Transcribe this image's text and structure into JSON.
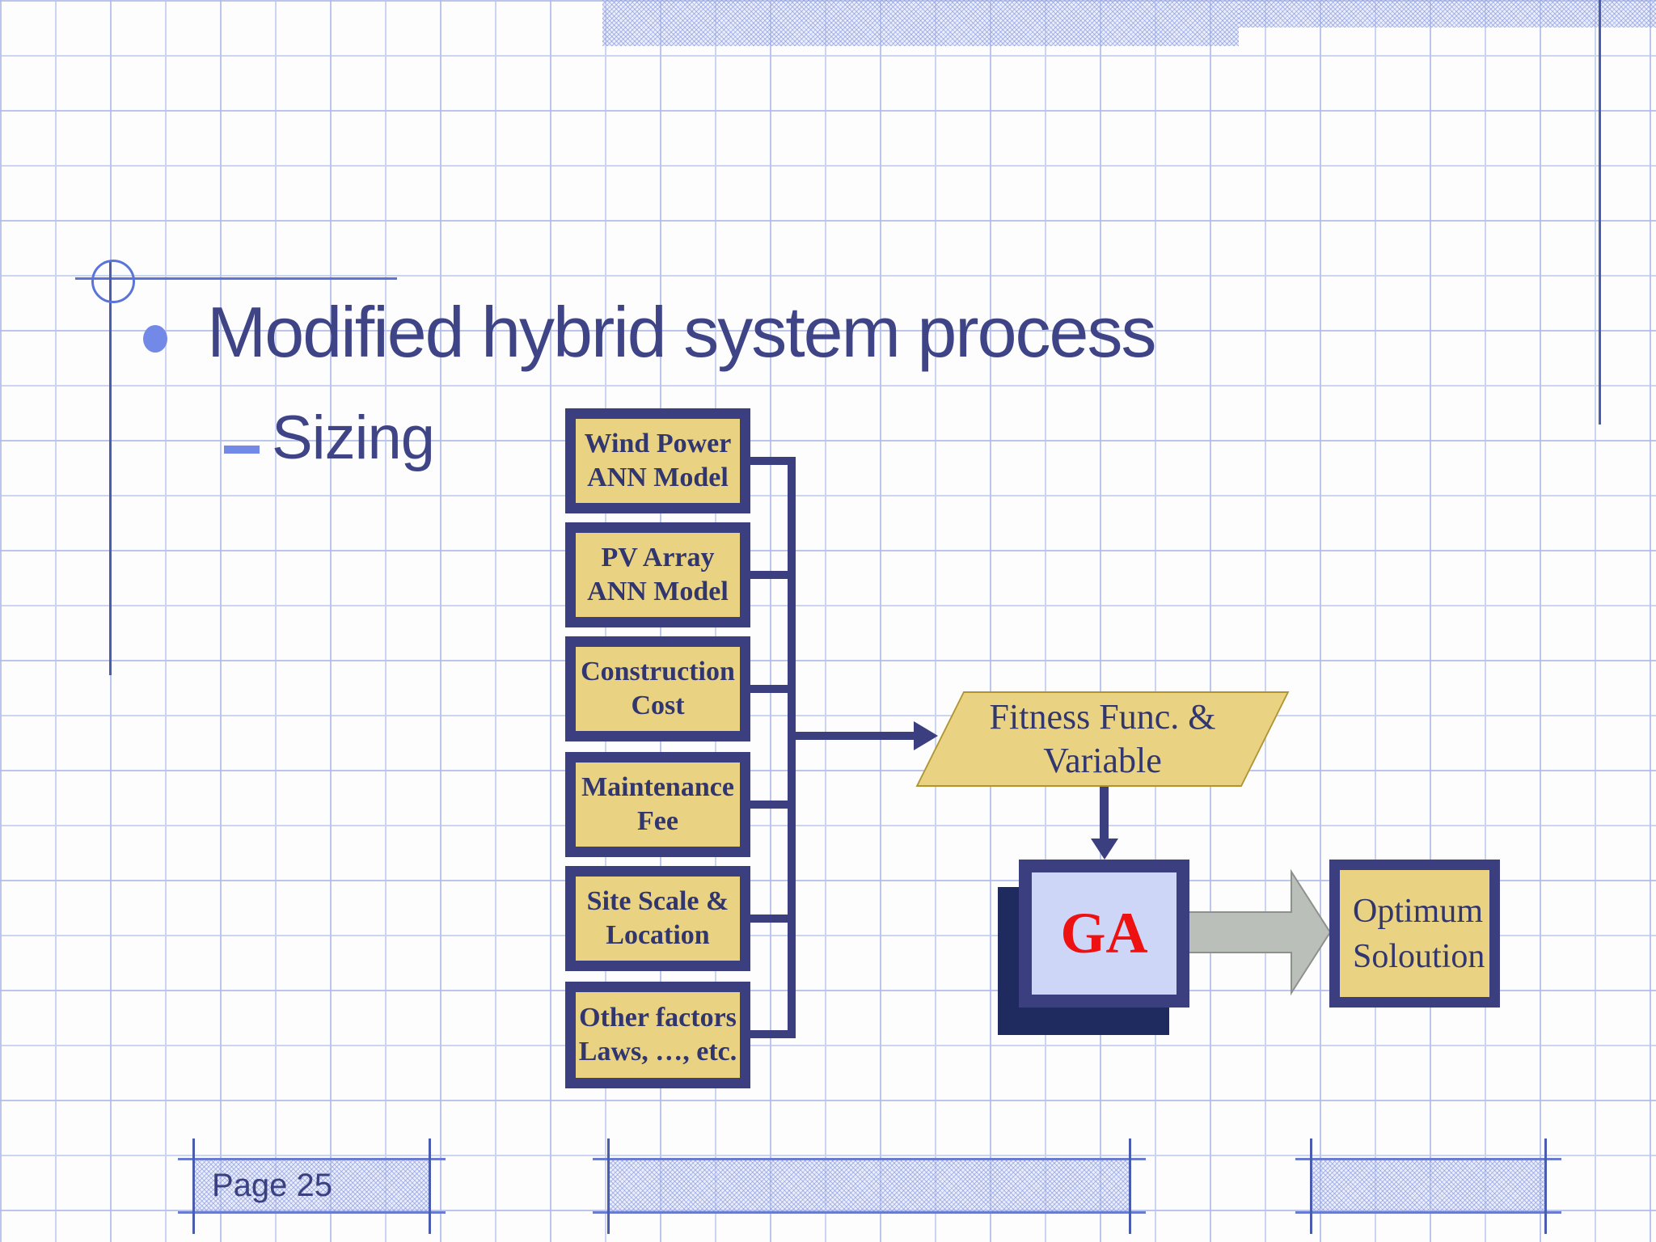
{
  "slide": {
    "title": "Modified hybrid system process",
    "subtitle": "Sizing",
    "page_label": "Page 25"
  },
  "diagram": {
    "inputs": [
      {
        "line1": "Wind Power",
        "line2": "ANN Model"
      },
      {
        "line1": "PV Array",
        "line2": "ANN Model"
      },
      {
        "line1": "Construction",
        "line2": "Cost"
      },
      {
        "line1": "Maintenance",
        "line2": "Fee"
      },
      {
        "line1": "Site Scale &",
        "line2": "Location"
      },
      {
        "line1": "Other factors",
        "line2": "Laws, …, etc."
      }
    ],
    "fitness": {
      "line1": "Fitness Func. &",
      "line2": "Variable"
    },
    "ga": {
      "label": "GA"
    },
    "output": {
      "line1": "Optimum",
      "line2": "Soloution"
    }
  },
  "colors": {
    "title_text": "#3f4486",
    "node_border_navy": "#3b3f80",
    "node_fill_tan": "#e9d383",
    "node_text_navy": "#32366e",
    "parallelogram_border": "#b09432",
    "bullet_periwinkle": "#7289e8",
    "deco_line": "#5b74d8",
    "deco_line_dark": "#4a5cae",
    "grid_line": "#ccd5f0",
    "ga_text_red": "#ee1111",
    "ga_fill": "#cdd6f6",
    "ga_shadow": "#1f2a5e",
    "gray_arrow_fill": "#bbbfba",
    "gray_arrow_stroke": "#8d918c",
    "footer_bar_border": "#6b7ccf",
    "footer_text": "#3a4080"
  }
}
